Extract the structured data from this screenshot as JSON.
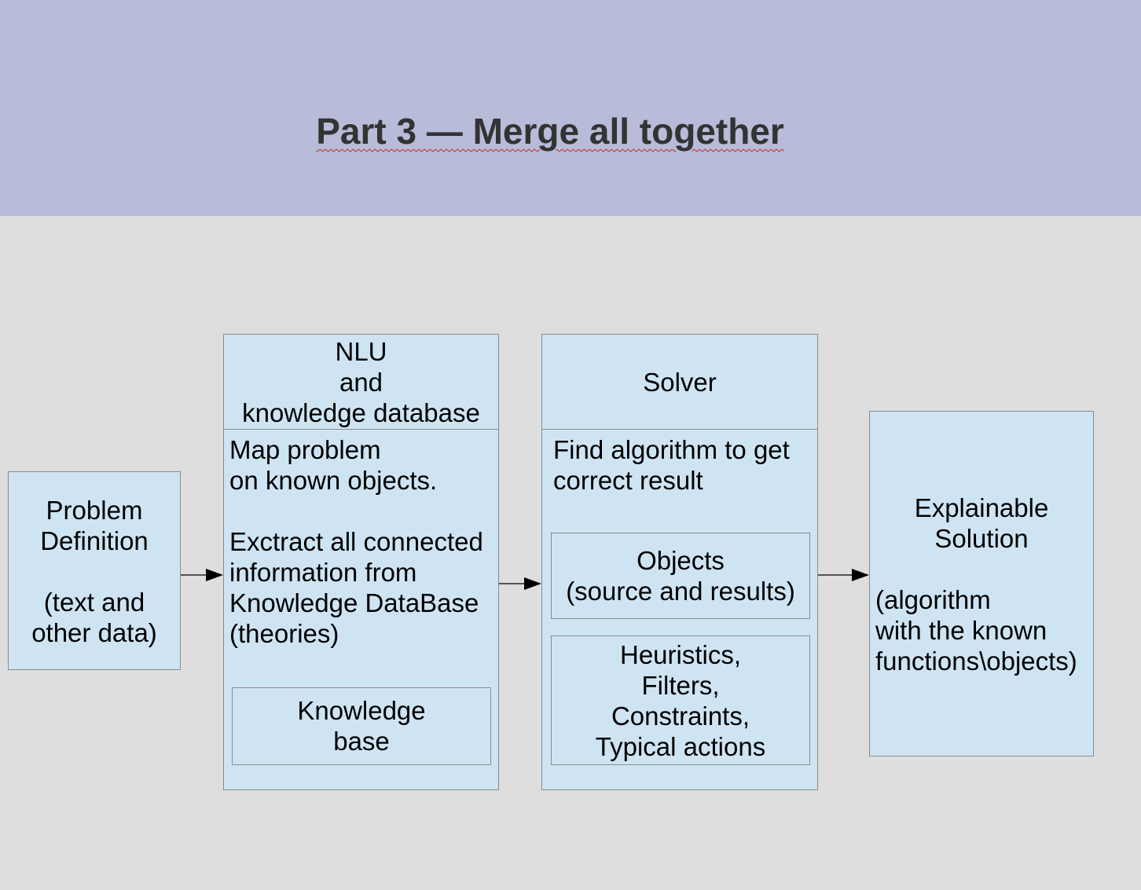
{
  "title": "Part 3 — Merge all together",
  "problem": {
    "heading": "Problem\nDefinition",
    "detail": "(text and\nother data)"
  },
  "nlu": {
    "heading": "NLU\nand\nknowledge database",
    "body": "Map problem\non known objects.\n\nExctract all connected\ninformation from\nKnowledge DataBase\n(theories)",
    "kb_label": "Knowledge\nbase"
  },
  "solver": {
    "heading": "Solver",
    "body": "Find algorithm to get\ncorrect result",
    "objects_label": "Objects\n(source and results)",
    "heuristics_label": "Heuristics,\nFilters,\nConstraints,\nTypical actions"
  },
  "solution": {
    "heading": "Explainable\nSolution",
    "detail": "(algorithm\nwith the known\nfunctions\\objects)"
  },
  "colors": {
    "header_bg": "#b8bcd8",
    "page_bg": "#dedede",
    "box_fill": "#cfe4f3",
    "border": "#8a8a8a",
    "spellcheck_underline": "#d02020"
  }
}
